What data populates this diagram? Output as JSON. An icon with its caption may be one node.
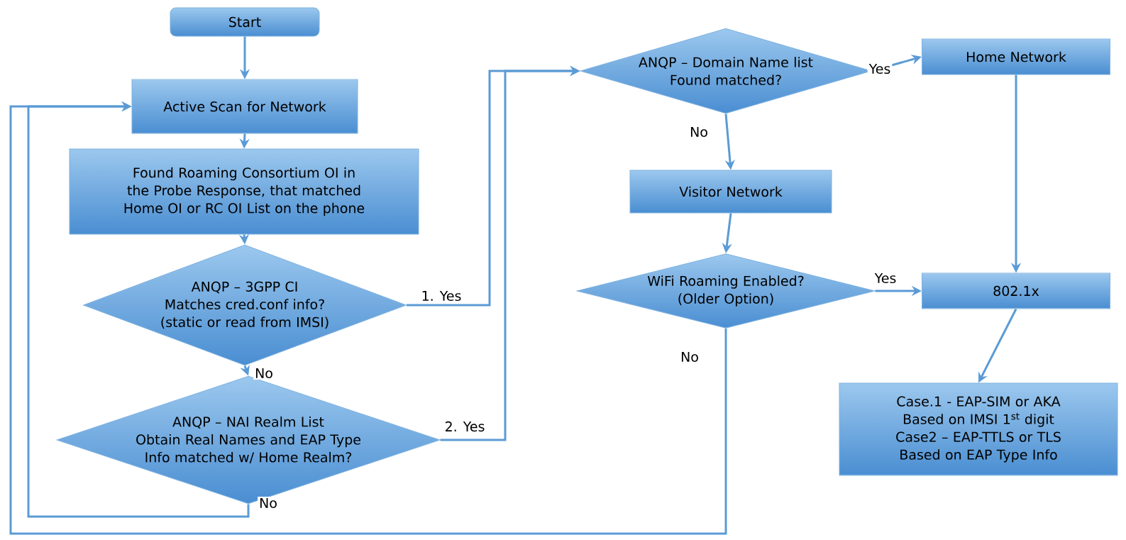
{
  "diagram": {
    "nodes": [
      {
        "text": [
          "Start"
        ]
      },
      {
        "text": [
          "Active Scan for Network"
        ]
      },
      {
        "text": [
          "Found Roaming Consortium OI in the Probe Response, that matched Home OI or RC OI List on the phone"
        ]
      },
      {
        "text": [
          "ANQP – 3GPP CI",
          "Matches cred.conf info? (static or read from IMSI)"
        ]
      },
      {
        "text": [
          "ANQP – NAI Realm List",
          "Obtain Real Names and EAP Type Info matched w/ Home Realm?"
        ]
      },
      {
        "text": [
          "ANQP – Domain Name list",
          "Found matched?"
        ]
      },
      {
        "text": [
          "Home Network"
        ]
      },
      {
        "text": [
          "Visitor Network"
        ]
      },
      {
        "text": [
          "WiFi Roaming Enabled? (Older Option)"
        ]
      },
      {
        "text": [
          "802.1x"
        ]
      },
      {
        "text": [
          "Case.1 - EAP-SIM or AKA Based on IMSI 1$^{st}$ digit",
          "Case2 – EAP-TTLS or TLS Based on EAP Type Info"
        ]
      }
    ],
    "edges": [
      {
        "from": 0,
        "to": 1,
        "arrow": "to"
      },
      {
        "from": 1,
        "to": 2,
        "arrow": "to"
      },
      {
        "from": 2,
        "to": 3,
        "arrow": "to"
      },
      {
        "from": 3,
        "to": 4,
        "arrow": "to",
        "label": "No"
      },
      {
        "from": 3,
        "to": 5,
        "arrow": "to",
        "label": "1. Yes"
      },
      {
        "from": 4,
        "to": 5,
        "arrow": "to",
        "label": "2. Yes"
      },
      {
        "from": 4,
        "to": 1,
        "arrow": "to",
        "label": "No"
      },
      {
        "from": 8,
        "to": 1,
        "arrow": "to",
        "label": "No"
      },
      {
        "from": 5,
        "to": 6,
        "arrow": "to",
        "label": "Yes"
      },
      {
        "from": 5,
        "to": 7,
        "arrow": "to",
        "label": "No"
      },
      {
        "from": 7,
        "to": 8,
        "arrow": "to"
      },
      {
        "from": 8,
        "to": 9,
        "arrow": "to",
        "label": "Yes"
      },
      {
        "from": 6,
        "to": 9,
        "arrow": "to"
      },
      {
        "from": 9,
        "to": 10,
        "arrow": "to"
      }
    ]
  }
}
